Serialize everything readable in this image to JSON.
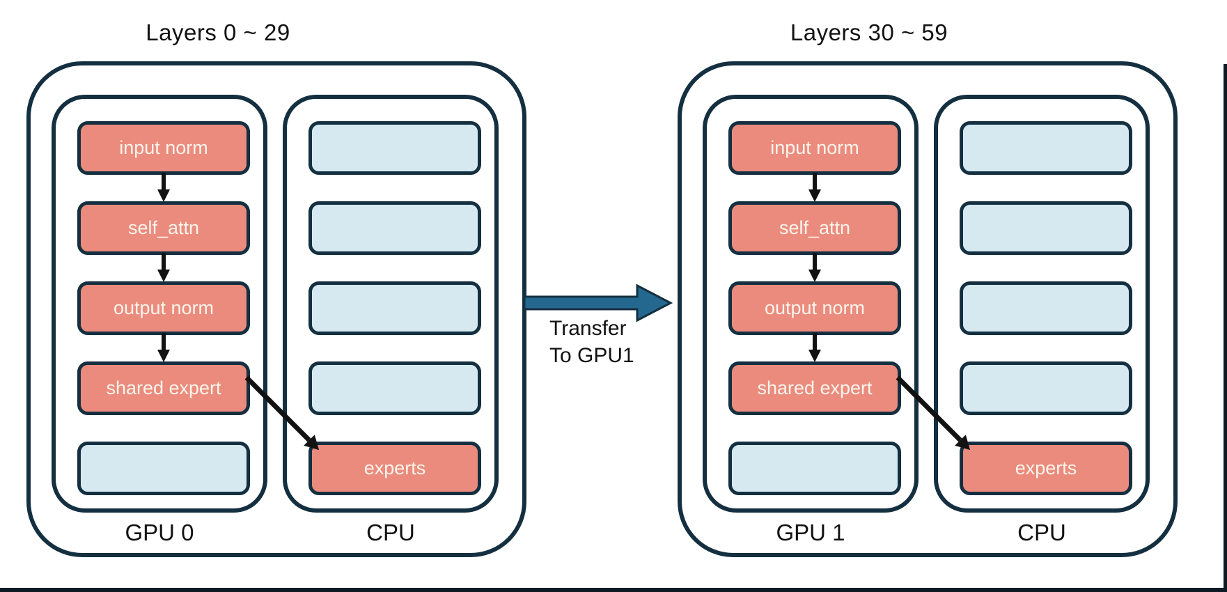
{
  "colors": {
    "navy": "#142f40",
    "salmon": "#ea8b7d",
    "lightblue": "#d6e9f1",
    "arrowblue": "#24688f",
    "ink": "#121212",
    "boxtext": "#fbf4ec",
    "edge": "#0c1a24"
  },
  "icons": {
    "down_arrow": "down-arrow-icon",
    "offload_arrow": "diagonal-offload-arrow-icon",
    "transfer_arrow": "transfer-arrow-icon"
  },
  "transfer": {
    "line1": "Transfer",
    "line2": "To GPU1"
  },
  "groups": [
    {
      "title": "Layers 0 ~ 29",
      "gpu": {
        "label": "GPU 0",
        "boxes": [
          {
            "label": "input norm",
            "type": "salmon"
          },
          {
            "label": "self_attn",
            "type": "salmon"
          },
          {
            "label": "output norm",
            "type": "salmon"
          },
          {
            "label": "shared expert",
            "type": "salmon"
          },
          {
            "label": "",
            "type": "blue"
          }
        ]
      },
      "cpu": {
        "label": "CPU",
        "boxes": [
          {
            "label": "",
            "type": "blue"
          },
          {
            "label": "",
            "type": "blue"
          },
          {
            "label": "",
            "type": "blue"
          },
          {
            "label": "",
            "type": "blue"
          },
          {
            "label": "experts",
            "type": "salmon"
          }
        ]
      }
    },
    {
      "title": "Layers 30 ~ 59",
      "gpu": {
        "label": "GPU 1",
        "boxes": [
          {
            "label": "input norm",
            "type": "salmon"
          },
          {
            "label": "self_attn",
            "type": "salmon"
          },
          {
            "label": "output norm",
            "type": "salmon"
          },
          {
            "label": "shared expert",
            "type": "salmon"
          },
          {
            "label": "",
            "type": "blue"
          }
        ]
      },
      "cpu": {
        "label": "CPU",
        "boxes": [
          {
            "label": "",
            "type": "blue"
          },
          {
            "label": "",
            "type": "blue"
          },
          {
            "label": "",
            "type": "blue"
          },
          {
            "label": "",
            "type": "blue"
          },
          {
            "label": "experts",
            "type": "salmon"
          }
        ]
      }
    }
  ]
}
